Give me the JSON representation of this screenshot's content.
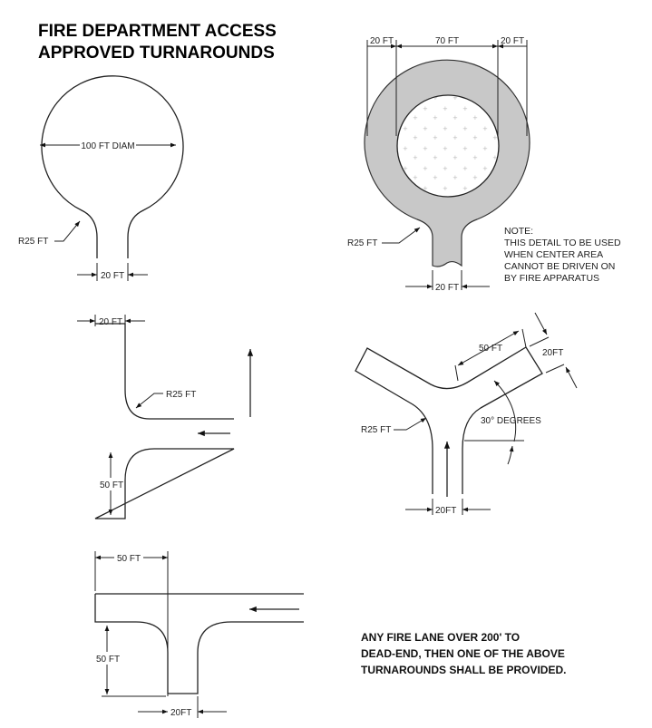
{
  "title": {
    "line1": "FIRE DEPARTMENT ACCESS",
    "line2": "APPROVED TURNAROUNDS"
  },
  "cul_de_sac": {
    "diameter": "100 FT DIAM",
    "radius": "R25 FT",
    "width": "20 FT"
  },
  "ring_turnaround": {
    "dim_left": "20 FT",
    "dim_center": "70 FT",
    "dim_right": "20 FT",
    "radius": "R25 FT",
    "width": "20 FT",
    "note": [
      "NOTE:",
      "THIS DETAIL TO BE USED",
      "WHEN CENTER AREA",
      "CANNOT BE DRIVEN ON",
      "BY FIRE APPARATUS"
    ]
  },
  "hammerhead": {
    "width": "20 FT",
    "radius": "R25 FT",
    "length": "50 FT"
  },
  "wye": {
    "length": "50 FT",
    "arm_width": "20FT",
    "angle": "30° DEGREES",
    "radius": "R25 FT",
    "width": "20FT"
  },
  "tee": {
    "length_top": "50 FT",
    "length_side": "50 FT",
    "width": "20FT"
  },
  "footer": [
    "ANY FIRE LANE OVER 200' TO",
    "DEAD-END, THEN ONE OF THE ABOVE",
    "TURNAROUNDS SHALL BE PROVIDED."
  ],
  "colors": {
    "pavement": "#c8c8c8",
    "line": "#222222"
  }
}
